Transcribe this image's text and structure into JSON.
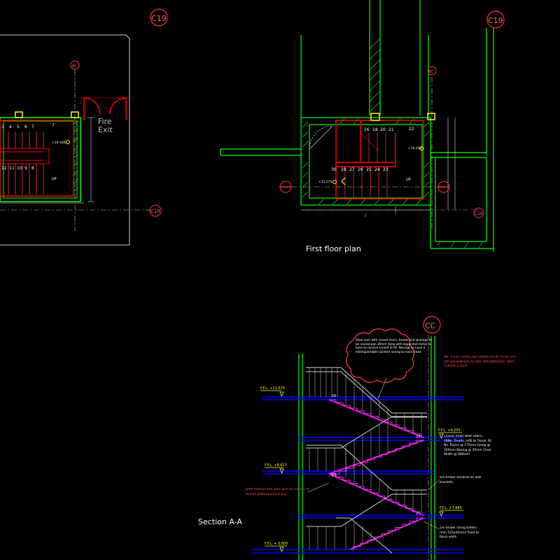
{
  "colors": {
    "background": "#000000",
    "wall": "#00ff00",
    "stair": "#ff0000",
    "dim": "#ffffff",
    "grid": "#ff3333",
    "note": "#ffffff",
    "level": "#ffff00",
    "handrail": "#d0d0d0",
    "floor": "#0000ff",
    "flight": "#ff00ff",
    "cloud": "#ff4040",
    "spec": "#ff5050"
  },
  "plan_left": {
    "grid_top": "C19",
    "grid_right": "C18",
    "grid_mid": "BC",
    "fire_exit_1": "Fire",
    "fire_exit_2": "Exit",
    "level": "+10',000",
    "up": "UP",
    "treads_top": [
      "3",
      "4",
      "5",
      "6",
      "7"
    ],
    "treads_bottom": [
      "12",
      "11",
      "10",
      "9",
      "8"
    ],
    "tread_corner": "7"
  },
  "plan_right": {
    "title": "First floor plan",
    "grid_top": "C19",
    "grid_bottom": "C18",
    "grid_mid": "BC",
    "level_top": "+10,250",
    "level_left": "+11,575",
    "up": "UP",
    "treads_top": [
      "16",
      "18",
      "20",
      "21"
    ],
    "tread_corner": "22",
    "treads_bottom": [
      "30",
      "28",
      "27",
      "26",
      "25",
      "24",
      "23"
    ]
  },
  "section": {
    "title": "Section A-A",
    "grid": "CC",
    "cloud_note": "Steel stair with closed risers, treads and landings to be scored pan 30mm deep with expanded metal to base to receive screed in-fill. Nosings to have a distinguishable painted nosing to each tread",
    "spec_note": "NB. STEEL STAIRCASE FABRICATION TO BE HOT DIP GALVANISED AS PER 'SPEARBRIDGE' SPEC. CLAUSE 2.10.4",
    "ffl_top": "F.F.L. +11,575",
    "ffl_upper": "F.F.L. +9,255",
    "ffl_mid": "F.F.L. +8,627",
    "ffl_lower": "F.F.L. +7,665",
    "ffl_ground": "F.F.L. + 0,600",
    "stair_spec": "Closed Tread Steel Stairs, 18No. Treads, infill to Tread. 30 No. Risers @ 175mm Going @ 250mm Nosing @ 35mm Clear Width @ 900mm",
    "handrail_note": "6/4 timber handrail on wall brackets.",
    "soffit_note": "Soffit framed with galv. grid (or similar) to receive plasterboard lining.",
    "string_note": "5/4 timber string batten (min 125x44mm) fixed to block walls.",
    "flight_nums": [
      "26",
      "22",
      "15",
      "7"
    ]
  }
}
